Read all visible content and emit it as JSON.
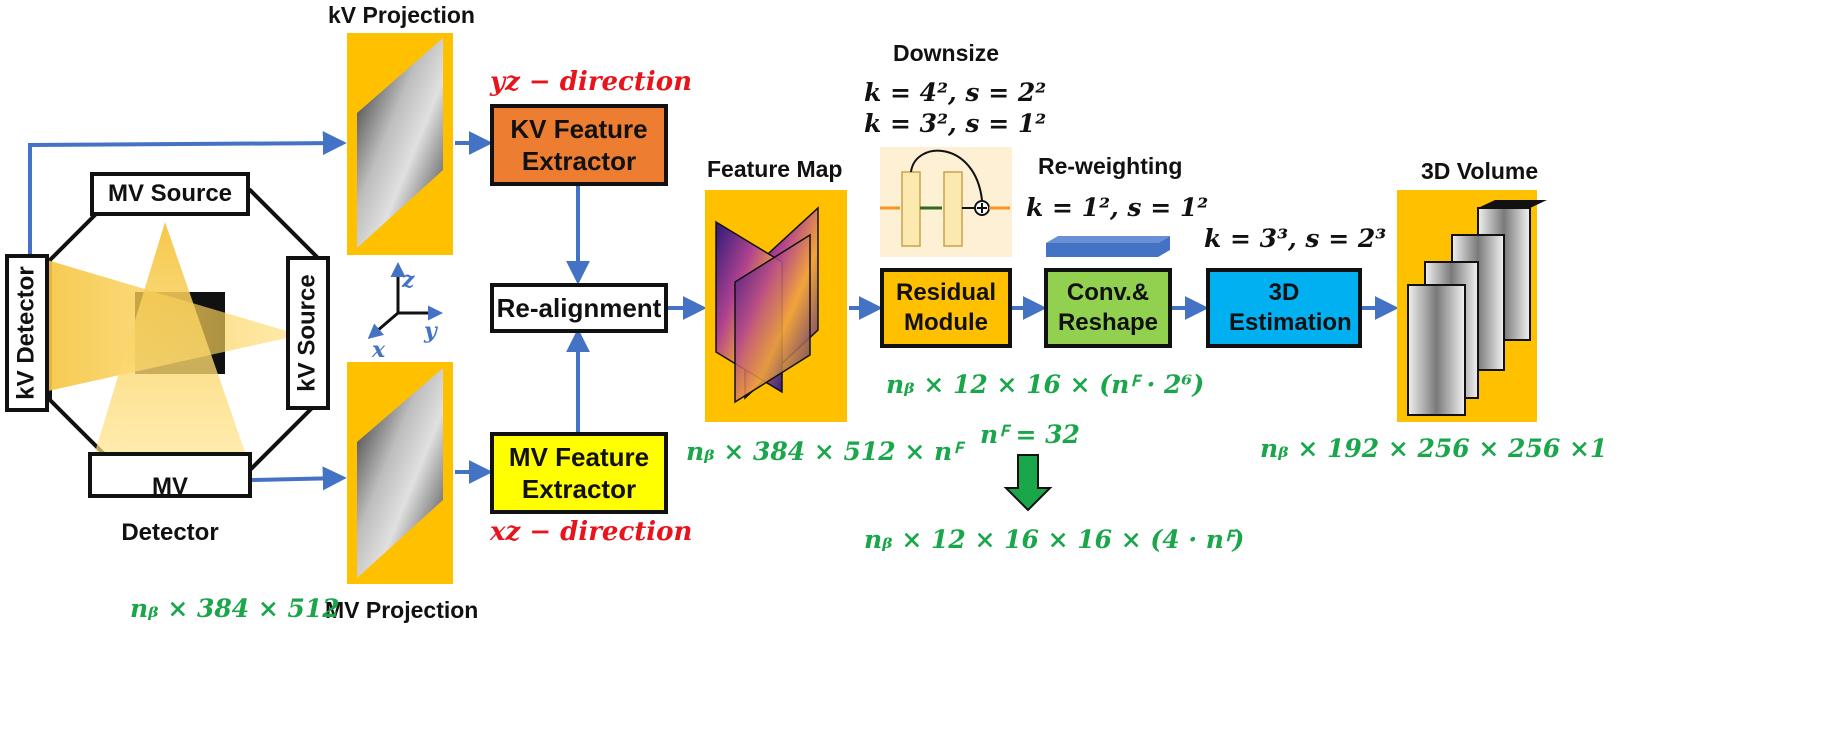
{
  "labels": {
    "kv_projection": "kV Projection",
    "mv_projection": "MV Projection",
    "feature_map": "Feature Map",
    "volume_3d": "3D Volume",
    "downsize": "Downsize",
    "reweighting": "Re-weighting"
  },
  "gantry": {
    "mv_source": "MV Source",
    "mv_detector": "MV Detector",
    "kv_detector": "kV Detector",
    "kv_source": "kV Source"
  },
  "axes": {
    "z": "z",
    "y": "y",
    "x": "x"
  },
  "blocks": {
    "kv_extractor": "KV Feature Extractor",
    "mv_extractor": "MV Feature Extractor",
    "realignment": "Re-alignment",
    "residual": "Residual Module",
    "conv_reshape": "Conv.& Reshape",
    "estimation": "3D Estimation"
  },
  "directions": {
    "yz": "yz − direction",
    "xz": "xz − direction"
  },
  "params": {
    "downsize_1": "k = 4², s = 2²",
    "downsize_2": "k = 3², s = 1²",
    "reweight": "k = 1², s = 1²",
    "estimation": "k = 3³, s = 2³"
  },
  "dims": {
    "projection": "nᵦ × 384 × 512",
    "feature_map": "nᵦ × 384 × 512 × nꟳ",
    "residual_out": "nᵦ × 12 × 16 × (nꟳ · 2⁶)",
    "nf": "nꟳ = 32",
    "reshape_out": "nᵦ × 12 × 16 × 16 × (4 · nꟳ)",
    "volume": "nᵦ × 192 × 256 × 256 ×1"
  },
  "colors": {
    "panel": "#ffc000",
    "kv_extractor": "#ed7d31",
    "mv_extractor": "#ffff00",
    "residual": "#ffc000",
    "conv_reshape": "#92d050",
    "estimation": "#00b0f0",
    "arrow": "#4472c4",
    "dim_text": "#1aa64a",
    "direction_text": "#e8141c"
  }
}
